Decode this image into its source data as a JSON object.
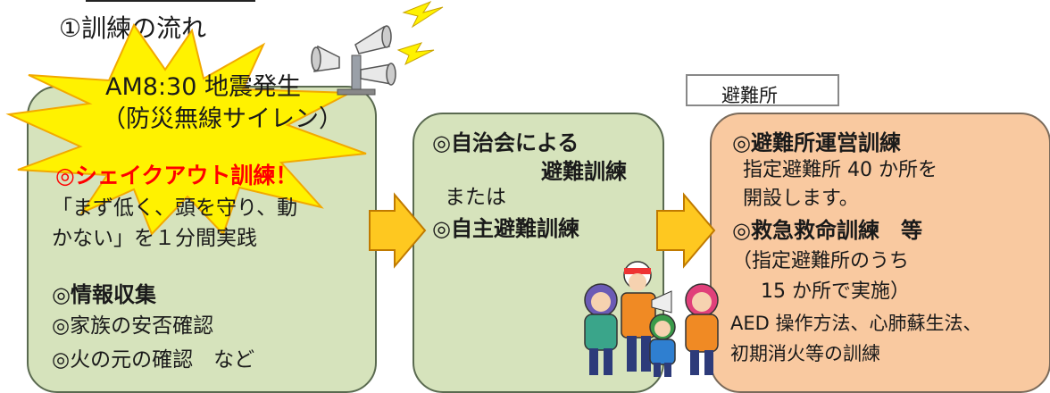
{
  "title": "①訓練の流れ",
  "burst": {
    "line1": "AM8:30 地震発生",
    "line2": "（防災無線サイレン）"
  },
  "box1": {
    "lines": [
      "◎シェイクアウト訓練！",
      "「まず低く、頭を守り、動",
      "かない」を１分間実践",
      "◎情報収集",
      "◎家族の安否確認",
      "◎火の元の確認　など"
    ]
  },
  "box2": {
    "lines": [
      "◎自治会による",
      "避難訓練",
      "または",
      "◎自主避難訓練"
    ]
  },
  "box3": {
    "tag": "避難所",
    "lines": [
      "◎避難所運営訓練",
      "指定避難所 40 か所を",
      "開設します。",
      "◎救急救命訓練　等",
      "（指定避難所のうち",
      "15 か所で実施）",
      "AED 操作方法、心肺蘇生法、",
      "初期消火等の訓練"
    ]
  },
  "colors": {
    "green_box": "#d6e3bc",
    "orange_box": "#f9c9a0",
    "burst": "#fff200",
    "arrow": "#fec820",
    "alert": "#ff0000"
  },
  "icons": [
    "speaker-siren-icon",
    "lightning-bolt-icon",
    "evacuating-people-illustration"
  ]
}
